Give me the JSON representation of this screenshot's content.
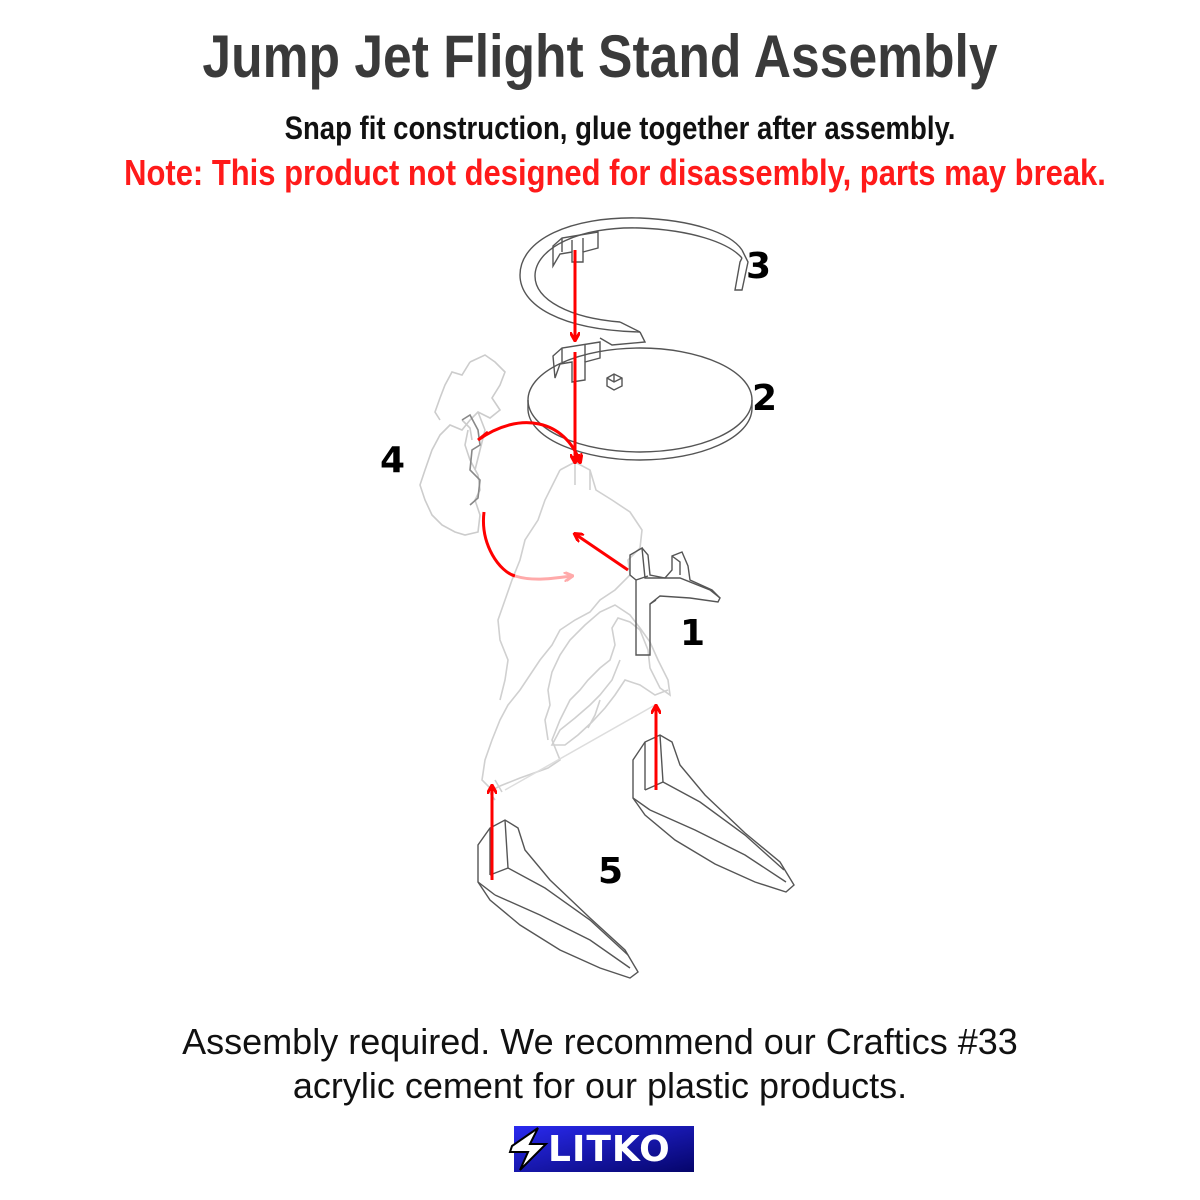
{
  "title": "Jump Jet Flight Stand Assembly",
  "subtitle": "Snap fit construction, glue together after assembly.",
  "note": "Note: This product not designed for disassembly, parts may break.",
  "part_labels": {
    "p1": "1",
    "p2": "2",
    "p3": "3",
    "p4": "4",
    "p5": "5"
  },
  "footer": {
    "line1": "Assembly required. We recommend our Craftics #33",
    "line2": "acrylic cement for our plastic products."
  },
  "brand": {
    "name": "LITKO",
    "logo_color": "#1a1acc"
  },
  "colors": {
    "arrow": "#ff0000",
    "outline": "#444444",
    "ghost_outline": "#c8c8c8"
  }
}
